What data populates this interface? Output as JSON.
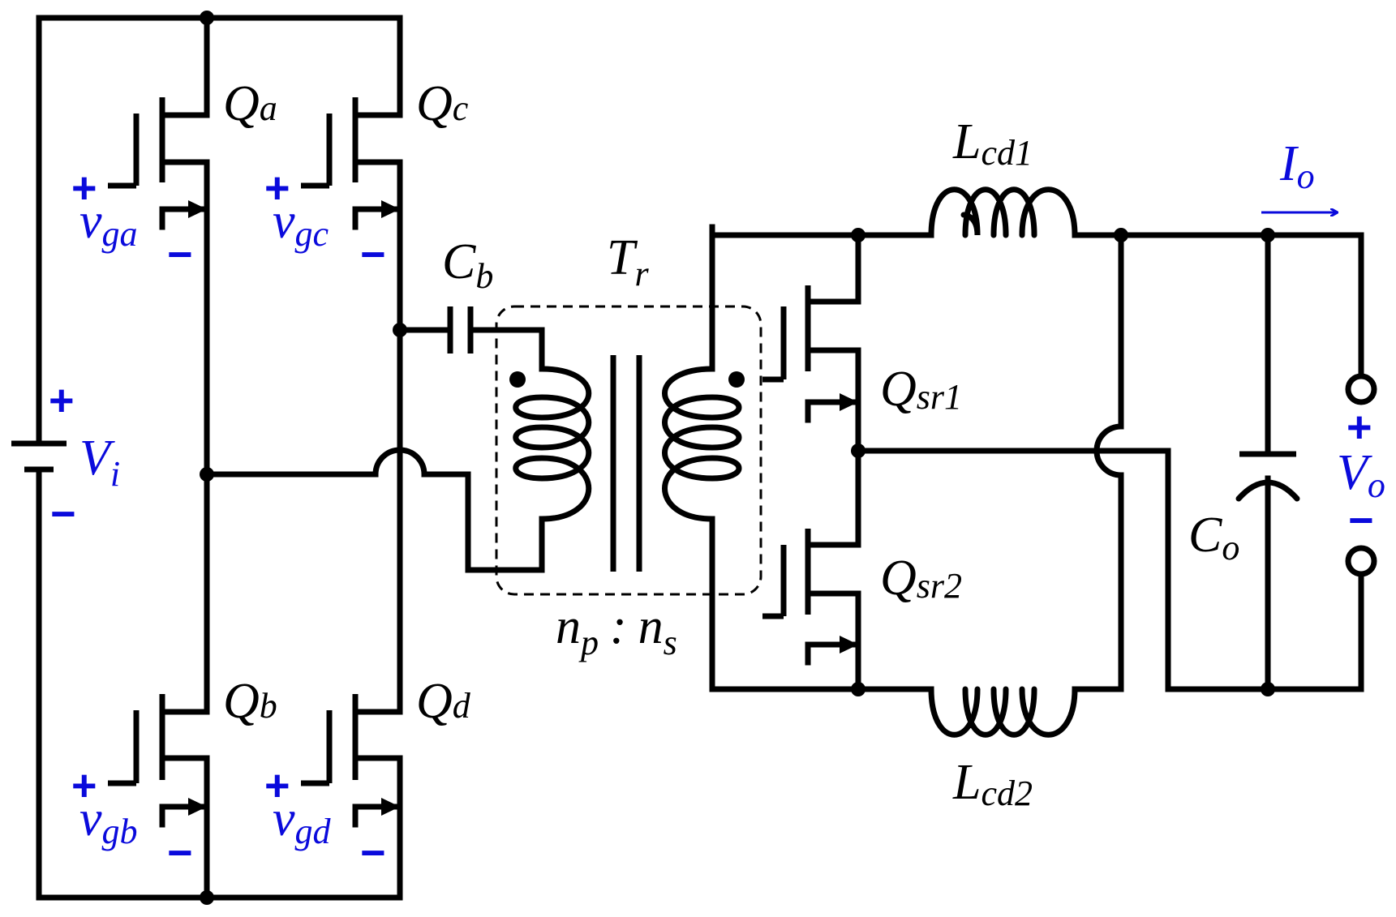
{
  "diagram": {
    "components": {
      "qa": {
        "main": "Q",
        "sub": "a"
      },
      "qb": {
        "main": "Q",
        "sub": "b"
      },
      "qc": {
        "main": "Q",
        "sub": "c"
      },
      "qd": {
        "main": "Q",
        "sub": "d"
      },
      "qsr1": {
        "main": "Q",
        "sub": "sr1"
      },
      "qsr2": {
        "main": "Q",
        "sub": "sr2"
      },
      "cb": {
        "main": "C",
        "sub": "b"
      },
      "co": {
        "main": "C",
        "sub": "o"
      },
      "tr": {
        "main": "T",
        "sub": "r"
      },
      "lcd1": {
        "main": "L",
        "sub": "cd1"
      },
      "lcd2": {
        "main": "L",
        "sub": "cd2"
      }
    },
    "gate_signals": {
      "vga": {
        "main": "v",
        "sub": "ga"
      },
      "vgb": {
        "main": "v",
        "sub": "gb"
      },
      "vgc": {
        "main": "v",
        "sub": "gc"
      },
      "vgd": {
        "main": "v",
        "sub": "gd"
      }
    },
    "source": {
      "main": "V",
      "sub": "i"
    },
    "output_voltage": {
      "main": "V",
      "sub": "o"
    },
    "output_current": {
      "main": "I",
      "sub": "o"
    },
    "turns_ratio": {
      "np_main": "n",
      "np_sub": "p",
      "sep": ":",
      "ns_main": "n",
      "ns_sub": "s"
    },
    "polarity": {
      "plus": "+",
      "minus": "−"
    },
    "colors": {
      "wire": "#000000",
      "annotation": "#0a0adc"
    }
  }
}
